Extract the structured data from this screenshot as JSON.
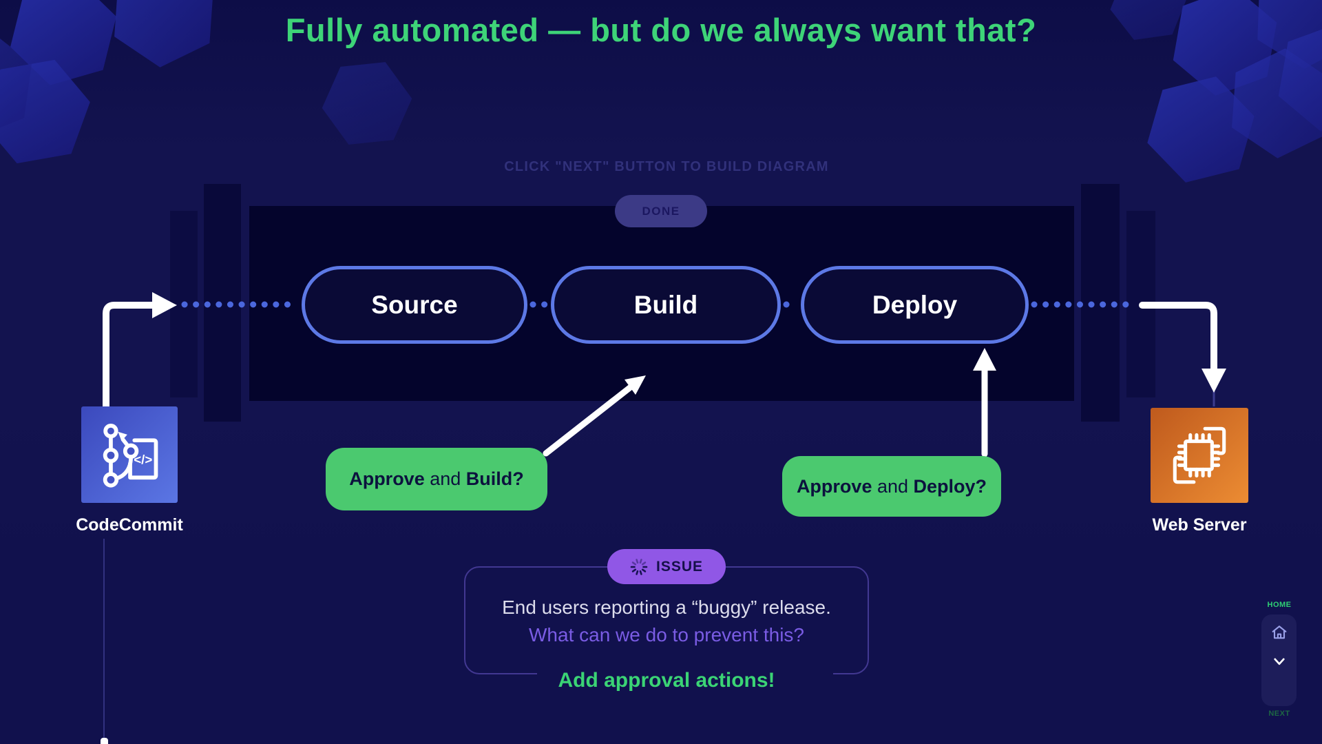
{
  "slide": {
    "title": "Fully automated — but do we always want that?",
    "hint": "CLICK \"NEXT\" BUTTON TO BUILD DIAGRAM"
  },
  "pipeline": {
    "done_label": "DONE",
    "stages": [
      {
        "label": "Source"
      },
      {
        "label": "Build"
      },
      {
        "label": "Deploy"
      }
    ]
  },
  "nodes": {
    "source_node": {
      "label": "CodeCommit",
      "icon": "codecommit-git-icon"
    },
    "target_node": {
      "label": "Web Server",
      "icon": "server-chip-icon"
    }
  },
  "approvals": [
    {
      "bold1": "Approve",
      "mid": " and ",
      "bold2": "Build?"
    },
    {
      "bold1": "Approve",
      "mid": " and ",
      "bold2": "Deploy?"
    }
  ],
  "issue": {
    "badge": "ISSUE",
    "badge_icon": "spinner-icon",
    "line1": "End users reporting a “buggy” release.",
    "line2": "What can we do to prevent this?",
    "action": "Add approval actions!"
  },
  "nav": {
    "home_label": "HOME",
    "next_label": "NEXT",
    "icons": [
      "home-icon",
      "chevron-down-icon"
    ]
  },
  "colors": {
    "background": "#13134f",
    "band": "#04042c",
    "title_green": "#3ed478",
    "button_green": "#4bc96f",
    "badge_purple": "#9057e6",
    "question_purple": "#7a5ce4",
    "pill_border": "#5d79e6",
    "dots_blue": "#4b67dd",
    "hint_faded": "#31317b",
    "arrow_white": "#ffffff"
  }
}
